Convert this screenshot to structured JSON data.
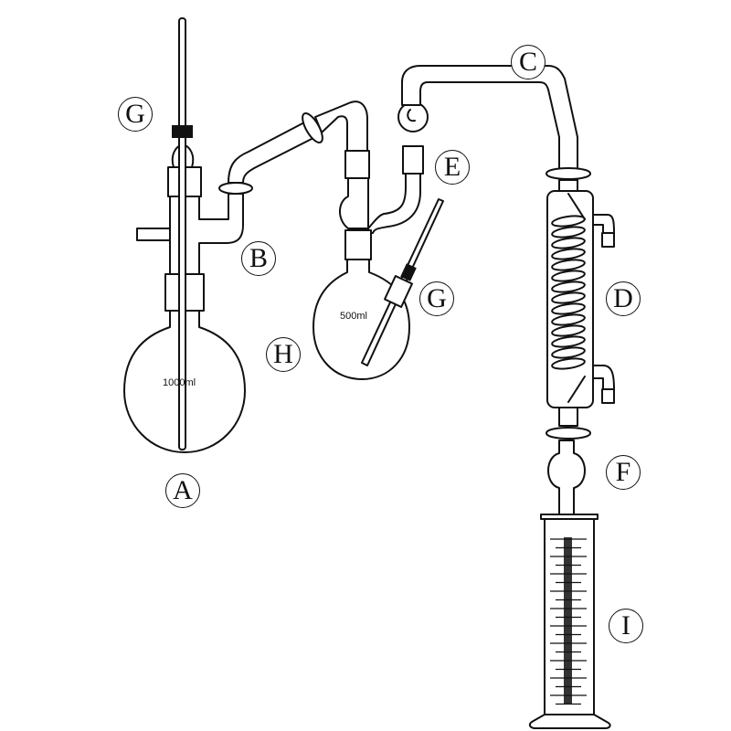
{
  "labels": {
    "G_left": "G",
    "B": "B",
    "C": "C",
    "E": "E",
    "G_right": "G",
    "D": "D",
    "H": "H",
    "A": "A",
    "F": "F",
    "I": "I"
  },
  "flask_a_volume": "1000ml",
  "flask_h_volume": "500ml"
}
